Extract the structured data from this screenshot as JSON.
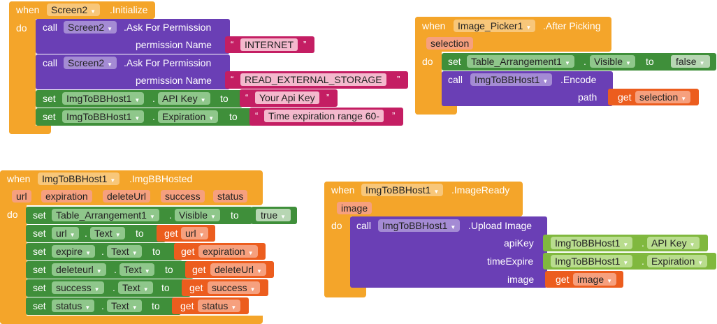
{
  "block1": {
    "when": "when",
    "component": "Screen2",
    "event": ".Initialize",
    "do": "do",
    "call1": {
      "call": "call",
      "component": "Screen2",
      "method": ".Ask For Permission",
      "param": "permission Name",
      "value": "INTERNET"
    },
    "call2": {
      "call": "call",
      "component": "Screen2",
      "method": ".Ask For Permission",
      "param": "permission Name",
      "value": "READ_EXTERNAL_STORAGE"
    },
    "set1": {
      "set": "set",
      "component": "ImgToBBHost1",
      "prop": "API Key",
      "to": "to",
      "value": "Your Api Key"
    },
    "set2": {
      "set": "set",
      "component": "ImgToBBHost1",
      "prop": "Expiration",
      "to": "to",
      "value": "Time expiration range 60-"
    }
  },
  "block2": {
    "when": "when",
    "component": "Image_Picker1",
    "event": ".After Picking",
    "param": "selection",
    "do": "do",
    "set1": {
      "set": "set",
      "component": "Table_Arrangement1",
      "prop": "Visible",
      "to": "to",
      "value": "false"
    },
    "call1": {
      "call": "call",
      "component": "ImgToBBHost1",
      "method": ".Encode",
      "param": "path",
      "get": "get",
      "var": "selection"
    }
  },
  "block3": {
    "when": "when",
    "component": "ImgToBBHost1",
    "event": ".ImgBBHosted",
    "params": [
      "url",
      "expiration",
      "deleteUrl",
      "success",
      "status"
    ],
    "do": "do",
    "set1": {
      "set": "set",
      "component": "Table_Arrangement1",
      "prop": "Visible",
      "to": "to",
      "value": "true"
    },
    "rows": [
      {
        "set": "set",
        "component": "url",
        "prop": "Text",
        "to": "to",
        "get": "get",
        "var": "url"
      },
      {
        "set": "set",
        "component": "expire",
        "prop": "Text",
        "to": "to",
        "get": "get",
        "var": "expiration"
      },
      {
        "set": "set",
        "component": "deleteurl",
        "prop": "Text",
        "to": "to",
        "get": "get",
        "var": "deleteUrl"
      },
      {
        "set": "set",
        "component": "success",
        "prop": "Text",
        "to": "to",
        "get": "get",
        "var": "success"
      },
      {
        "set": "set",
        "component": "status",
        "prop": "Text",
        "to": "to",
        "get": "get",
        "var": "status"
      }
    ]
  },
  "block4": {
    "when": "when",
    "component": "ImgToBBHost1",
    "event": ".ImageReady",
    "param": "image",
    "do": "do",
    "call": "call",
    "call_component": "ImgToBBHost1",
    "method": ".Upload Image",
    "arg1": {
      "label": "apiKey",
      "component": "ImgToBBHost1",
      "prop": "API Key"
    },
    "arg2": {
      "label": "timeExpire",
      "component": "ImgToBBHost1",
      "prop": "Expiration"
    },
    "arg3": {
      "label": "image",
      "get": "get",
      "var": "image"
    }
  },
  "colors": {
    "event": "#f4a52a",
    "method": "#6a3fb5",
    "setter": "#3f8f3a",
    "getter": "#80b83e",
    "variable": "#ec5d1e",
    "text": "#c41e63",
    "logic": "#3f8f3a"
  }
}
